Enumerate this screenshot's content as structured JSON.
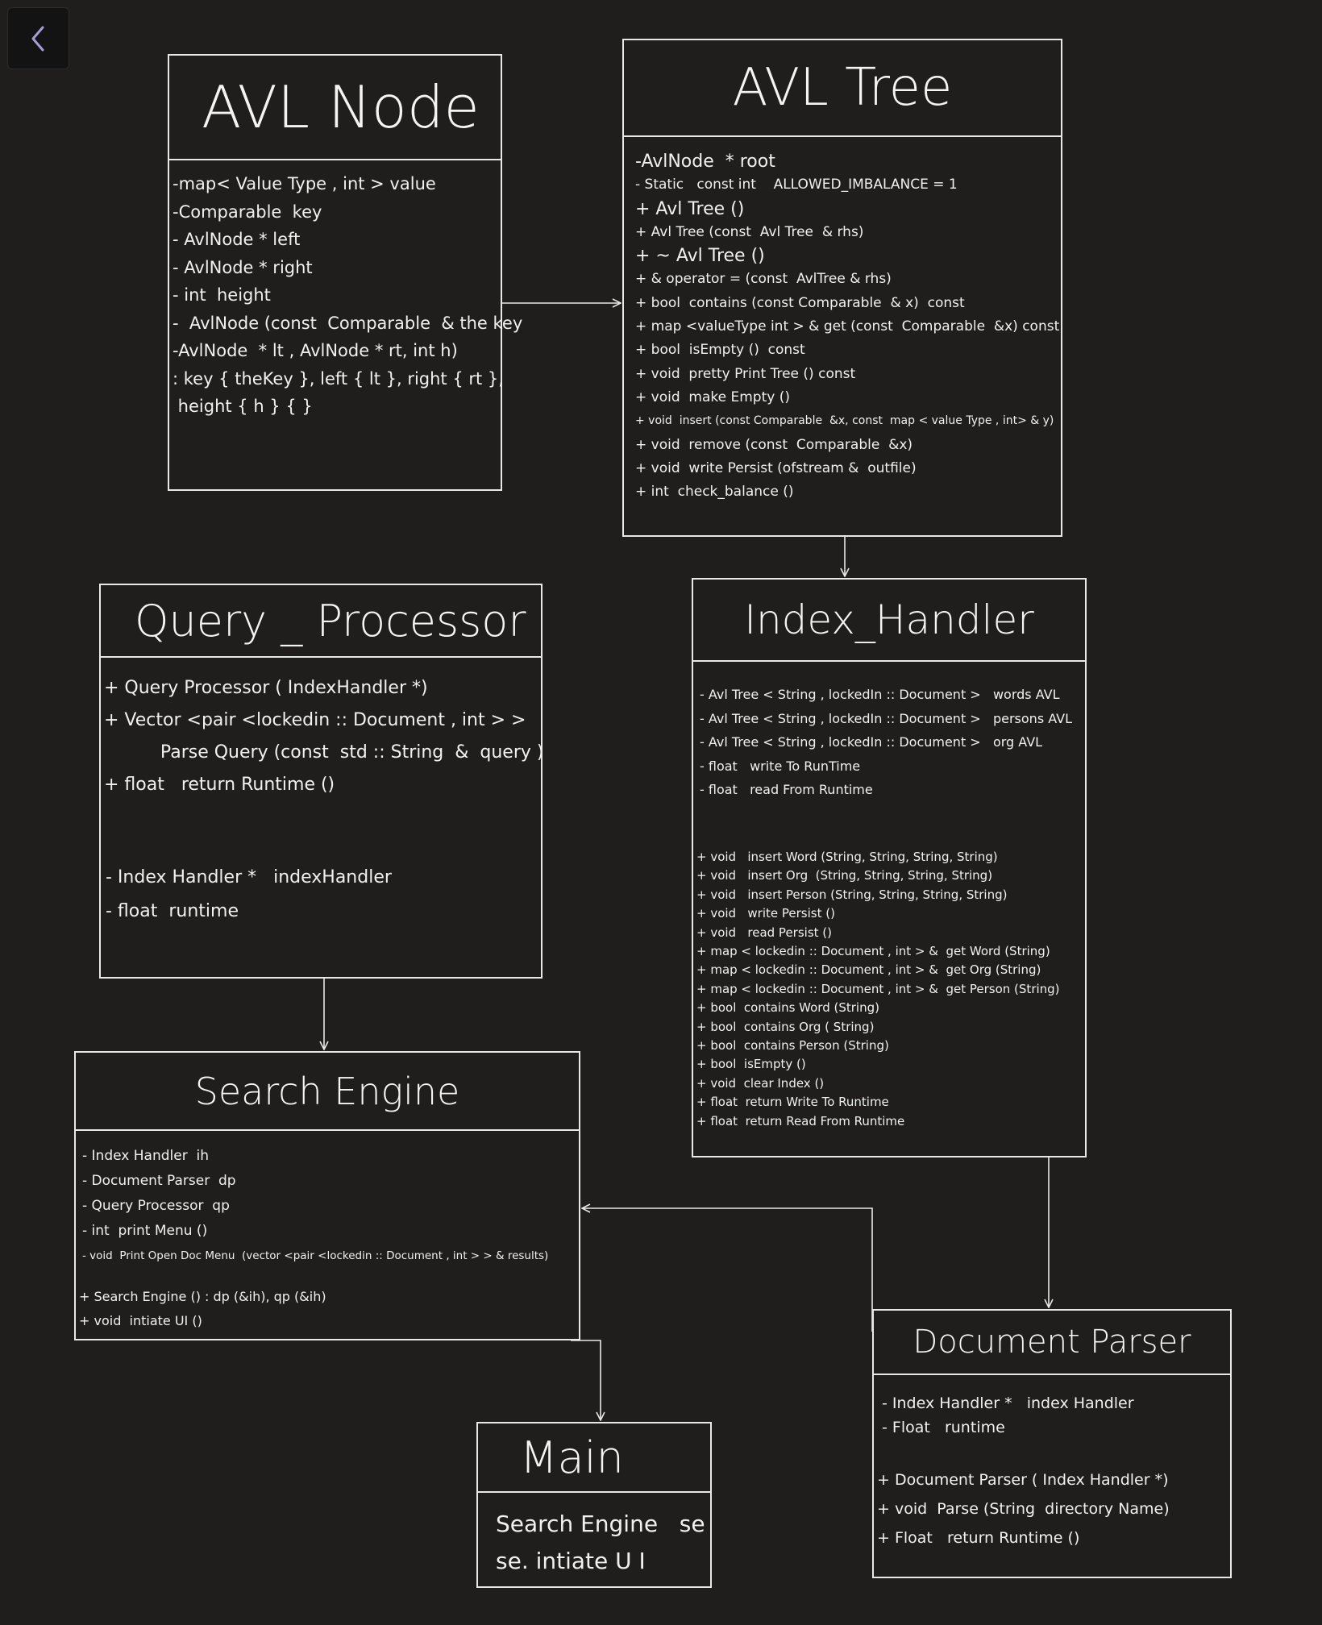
{
  "toolbar": {
    "back_icon": "chevron-left-icon"
  },
  "colors": {
    "background": "#1f1e1d",
    "line": "#e8e8e8",
    "back_chevron": "#a99bd8"
  },
  "classes": {
    "avl_node": {
      "title": "AVL Node",
      "members": [
        "-map< Value Type , int > value",
        "-Comparable  key",
        "- AvlNode * left",
        "- AvlNode * right",
        "- int  height",
        "-  AvlNode (const  Comparable  & the key",
        "-AvlNode  * lt , AvlNode * rt, int h)",
        ": key { theKey }, left { lt }, right { rt },",
        " height { h } { }"
      ]
    },
    "avl_tree": {
      "title": "AVL Tree",
      "members": [
        "-AvlNode  * root",
        "- Static   const int    ALLOWED_IMBALANCE = 1",
        "+ Avl Tree ()",
        "+ Avl Tree (const  Avl Tree  & rhs)",
        "+ ~ Avl Tree ()",
        "+ & operator = (const  AvlTree & rhs)",
        "+ bool  contains (const Comparable  & x)  const",
        "+ map <valueType int > & get (const  Comparable  &x) const",
        "+ bool  isEmpty ()  const",
        "+ void  pretty Print Tree () const",
        "+ void  make Empty ()",
        "+ void  insert (const Comparable  &x, const  map < value Type , int> & y)",
        "+ void  remove (const  Comparable  &x)",
        "+ void  write Persist (ofstream &  outfile)",
        "+ int  check_balance ()"
      ]
    },
    "query_processor": {
      "title": "Query _ Processor",
      "public_members": [
        "+ Query Processor ( IndexHandler *)",
        "+ Vector <pair <lockedin :: Document , int > >",
        "          Parse Query (const  std :: String  &  query )",
        "+ float   return Runtime ()"
      ],
      "private_members": [
        "- Index Handler *   indexHandler",
        "- float  runtime"
      ]
    },
    "index_handler": {
      "title": "Index_Handler",
      "private_members": [
        "- Avl Tree < String , lockedIn :: Document >   words AVL",
        "- Avl Tree < String , lockedIn :: Document >   persons AVL",
        "- Avl Tree < String , lockedIn :: Document >   org AVL",
        "- float   write To RunTime",
        "- float   read From Runtime"
      ],
      "public_members": [
        "+ void   insert Word (String, String, String, String)",
        "+ void   insert Org  (String, String, String, String)",
        "+ void   insert Person (String, String, String, String)",
        "+ void   write Persist ()",
        "+ void   read Persist ()",
        "+ map < lockedin :: Document , int > &  get Word (String)",
        "+ map < lockedin :: Document , int > &  get Org (String)",
        "+ map < lockedin :: Document , int > &  get Person (String)",
        "+ bool  contains Word (String)",
        "+ bool  contains Org ( String)",
        "+ bool  contains Person (String)",
        "+ bool  isEmpty ()",
        "+ void  clear Index ()",
        "+ float  return Write To Runtime",
        "+ float  return Read From Runtime"
      ]
    },
    "search_engine": {
      "title": "Search Engine",
      "private_members": [
        "- Index Handler  ih",
        "- Document Parser  dp",
        "- Query Processor  qp",
        "- int  print Menu ()",
        "- void  Print Open Doc Menu  (vector <pair <lockedin :: Document , int > > & results)"
      ],
      "public_members": [
        "+ Search Engine () : dp (&ih), qp (&ih)",
        "+ void  intiate UI ()"
      ]
    },
    "document_parser": {
      "title": "Document Parser",
      "private_members": [
        "- Index Handler *   index Handler",
        "- Float   runtime"
      ],
      "public_members": [
        "+ Document Parser ( Index Handler *)",
        "+ void  Parse (String  directory Name)",
        "+ Float   return Runtime ()"
      ]
    },
    "main": {
      "title": "Main",
      "members": [
        "Search Engine   se",
        "se. intiate U I"
      ]
    }
  }
}
